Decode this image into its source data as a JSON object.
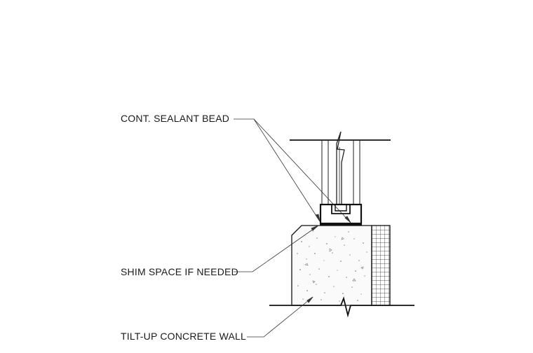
{
  "labels": {
    "sealant": "CONT. SEALANT BEAD",
    "shim": "SHIM SPACE IF NEEDED",
    "wall": "TILT-UP CONCRETE WALL"
  }
}
